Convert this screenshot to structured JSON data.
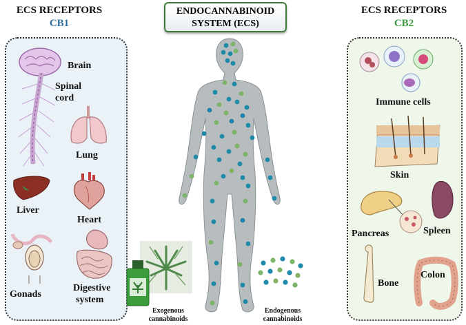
{
  "title": {
    "line1": "ENDOCANNABINOID",
    "line2": "SYSTEM (ECS)"
  },
  "left": {
    "header": "ECS RECEPTORS",
    "subheader": "CB1",
    "subheader_color": "#2f6f9f",
    "organs": {
      "brain": "Brain",
      "spinal1": "Spinal",
      "spinal2": "cord",
      "lung": "Lung",
      "liver": "Liver",
      "heart": "Heart",
      "gonads": "Gonads",
      "digestive1": "Digestive",
      "digestive2": "system"
    }
  },
  "right": {
    "header": "ECS RECEPTORS",
    "subheader": "CB2",
    "subheader_color": "#3c9a3c",
    "organs": {
      "immune": "Immune cells",
      "skin": "Skin",
      "pancreas": "Pancreas",
      "spleen": "Spleen",
      "bone": "Bone",
      "colon": "Colon"
    }
  },
  "exogenous": {
    "line1": "Exogenous",
    "line2": "cannabinoids"
  },
  "endogenous": {
    "line1": "Endogenous",
    "line2": "cannabinoids"
  },
  "colors": {
    "body": "#b7bcbf",
    "dot_blue": "#1f8aa8",
    "dot_green": "#7cb56a",
    "left_panel": "#eaf2f8",
    "right_panel": "#eef7ea",
    "bottle": "#3a9c3a"
  }
}
